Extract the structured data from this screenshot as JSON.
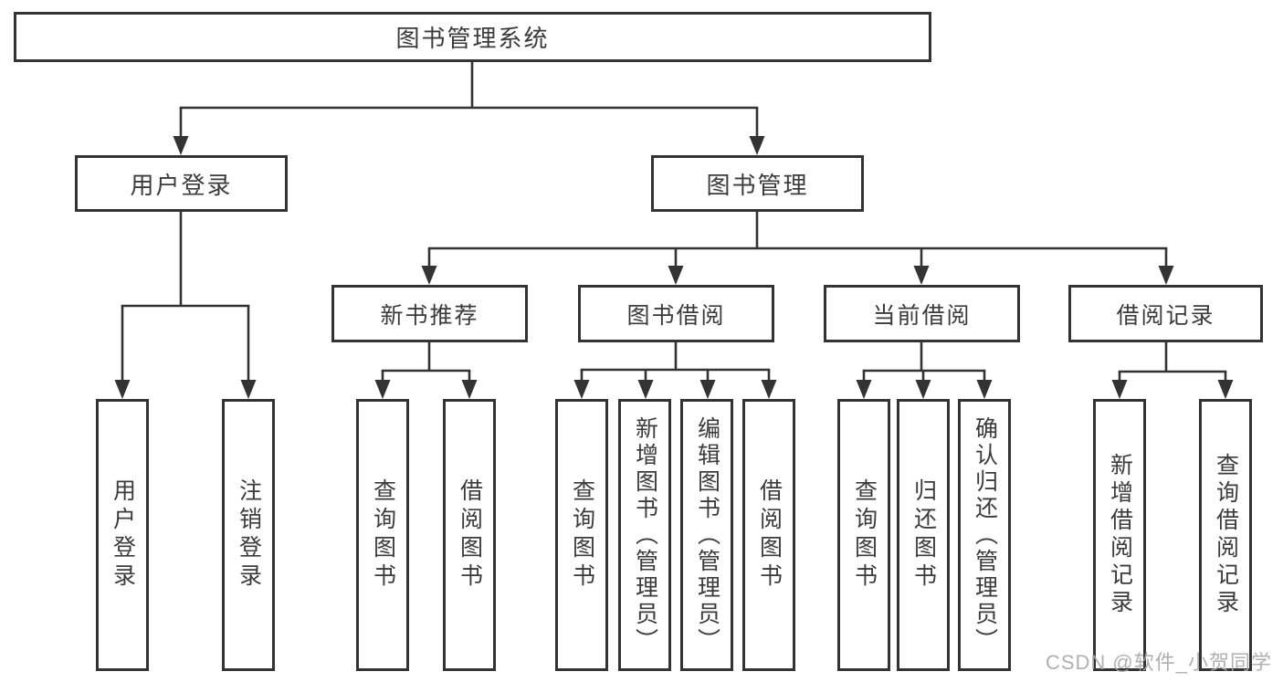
{
  "diagram": {
    "root": "图书管理系统",
    "level2": {
      "user_login": "用户登录",
      "book_mgmt": "图书管理"
    },
    "level3": {
      "new_book": "新书推荐",
      "book_borrow": "图书借阅",
      "current_borrow": "当前借阅",
      "borrow_record": "借阅记录"
    },
    "leaves": {
      "user_login": "用户登录",
      "logout": "注销登录",
      "nb_query_books": "查询图书",
      "nb_borrow_books": "借阅图书",
      "bb_query_books": "查询图书",
      "bb_add_books": "新增图书（管理员）",
      "bb_edit_books": "编辑图书（管理员）",
      "bb_borrow_books": "借阅图书",
      "cb_query_books": "查询图书",
      "cb_return_books": "归还图书",
      "cb_confirm_return": "确认归还（管理员）",
      "br_add_record": "新增借阅记录",
      "br_query_record": "查询借阅记录"
    }
  },
  "watermark": "CSDN @软件_小贺同学",
  "colors": {
    "line": "#333333",
    "text": "#3b3b3b",
    "watermark": "#a8a8a8",
    "background": "#ffffff"
  }
}
